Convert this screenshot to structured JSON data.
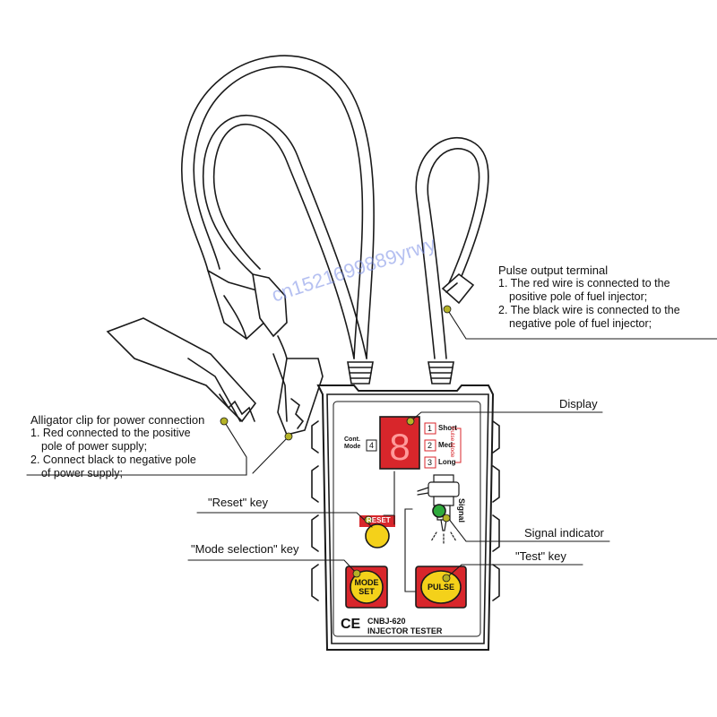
{
  "device": {
    "model": "CNBJ-620",
    "name": "INJECTOR TESTER",
    "ce_mark": "CE",
    "display_digit": "8",
    "cont_mode_label_1": "Cont.",
    "cont_mode_label_2": "Mode",
    "cont_mode_number": "4",
    "modes": [
      {
        "number": "1",
        "label": "Short"
      },
      {
        "number": "2",
        "label": "Med"
      },
      {
        "number": "3",
        "label": "Long"
      }
    ],
    "pulse_mode_label": "Pulse Mode",
    "signal_label": "Signal",
    "buttons": {
      "reset": "RESET",
      "mode_set_1": "MODE",
      "mode_set_2": "SET",
      "pulse": "PULSE"
    }
  },
  "callouts": {
    "pulse_output": {
      "title": "Pulse output terminal",
      "lines": [
        "1. The red wire is connected to the",
        "    positive pole of fuel injector;",
        "2. The black wire is connected to the",
        "    negative pole of fuel injector;"
      ]
    },
    "alligator": {
      "title": "Alligator clip for power connection",
      "lines": [
        "1. Red connected to the positive",
        "    pole of power supply;",
        "2. Connect black to negative pole",
        "    of power supply;"
      ]
    },
    "display": "Display",
    "reset_key": "\"Reset\" key",
    "mode_key": "\"Mode selection\" key",
    "signal_indicator": "Signal indicator",
    "test_key": "\"Test\" key"
  },
  "watermark": "cn1521699889yrwy",
  "colors": {
    "button_red": "#d8262b",
    "button_yellow": "#f4d11a",
    "mode_red": "#d8262b",
    "signal_green": "#2faa3c",
    "dot_olive": "#b5b327",
    "line": "#1a1a1a",
    "panel": "#ffffff"
  }
}
